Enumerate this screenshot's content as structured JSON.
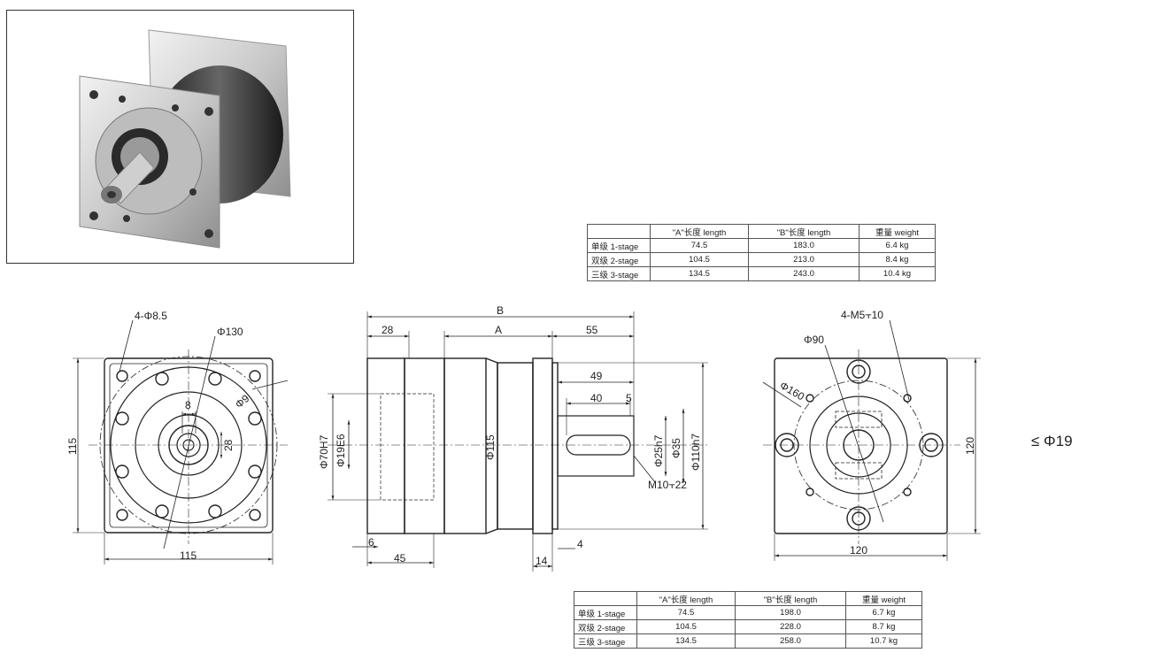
{
  "product": {
    "image_alt": "planetary gearbox photo"
  },
  "table_top": {
    "headers": [
      "",
      "\"A\"长度 length",
      "\"B\"长度  length",
      "重量 weight"
    ],
    "rows": [
      [
        "单级 1-stage",
        "74.5",
        "183.0",
        "6.4 kg"
      ],
      [
        "双级 2-stage",
        "104.5",
        "213.0",
        "8.4 kg"
      ],
      [
        "三级 3-stage",
        "134.5",
        "243.0",
        "10.4 kg"
      ]
    ]
  },
  "table_bottom": {
    "headers": [
      "",
      "\"A\"长度 length",
      "\"B\"长度  length",
      "重量 weight"
    ],
    "rows": [
      [
        "单级 1-stage",
        "74.5",
        "198.0",
        "6.7 kg"
      ],
      [
        "双级 2-stage",
        "104.5",
        "228.0",
        "8.7 kg"
      ],
      [
        "三级 3-stage",
        "134.5",
        "258.0",
        "10.7 kg"
      ]
    ]
  },
  "front_view": {
    "holes": "4-Φ8.5",
    "pcd": "Φ130",
    "inner": "Φ9",
    "key_width": "8",
    "key_height": "28",
    "height": "115",
    "width": "115"
  },
  "side_view": {
    "total": "B",
    "body": "A",
    "flange": "28",
    "shaft_len": "55",
    "shaft_key": "49",
    "key_len": "40",
    "key_offset": "5",
    "pilot": "Φ70H7",
    "bore": "Φ19E6",
    "housing": "Φ115",
    "shaft_dia": "Φ25h7",
    "collar": "Φ35",
    "spigot": "Φ110h7",
    "thread": "M10⫟22",
    "d6": "6",
    "d45": "45",
    "d14": "14",
    "d4": "4"
  },
  "rear_view": {
    "holes": "4-M5⫟10",
    "inner": "Φ90",
    "pcd": "Φ160",
    "height": "120",
    "width": "120"
  },
  "note": "≤ Φ19"
}
